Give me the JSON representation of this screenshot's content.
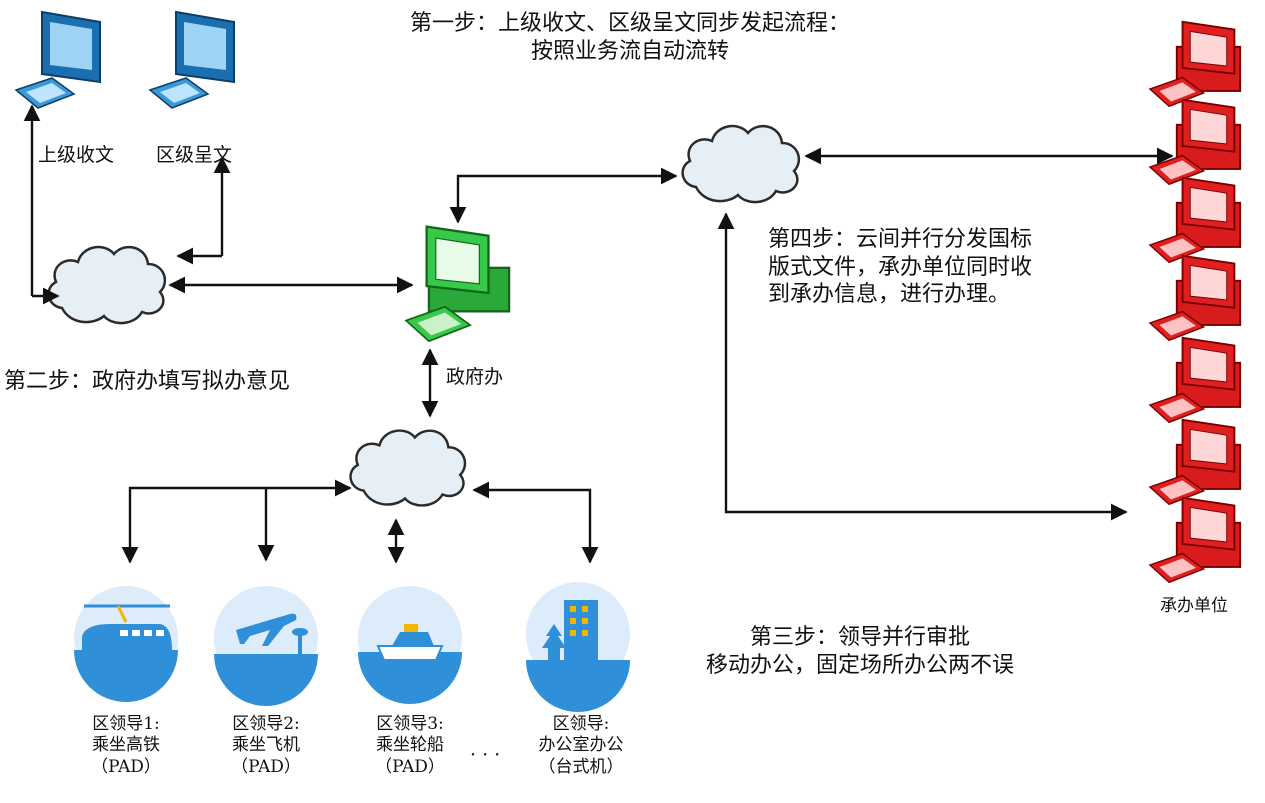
{
  "steps": {
    "step1": {
      "line1": "第一步：上级收文、区级呈文同步发起流程：",
      "line2": "按照业务流自动流转"
    },
    "step2": {
      "line1": "第二步：政府办填写拟办意见"
    },
    "step3": {
      "line1": "第三步：领导并行审批",
      "line2": "移动办公，固定场所办公两不误"
    },
    "step4": {
      "line1": "第四步：云间并行分发国标",
      "line2": "版式文件，承办单位同时收",
      "line3": "到承办信息，进行办理。"
    }
  },
  "nodes": {
    "upper_doc": "上级收文",
    "district_doc": "区级呈文",
    "gov_office": "政府办",
    "handling_units": "承办单位"
  },
  "leaders": [
    {
      "line1": "区领导1:",
      "line2": "乘坐高铁",
      "line3": "（PAD）"
    },
    {
      "line1": "区领导2:",
      "line2": "乘坐飞机",
      "line3": "（PAD）"
    },
    {
      "line1": "区领导3:",
      "line2": "乘坐轮船",
      "line3": "（PAD）"
    },
    {
      "line1": "区领导:",
      "line2": "办公室办公",
      "line3": "（台式机）"
    }
  ],
  "ellipsis": "· · ·",
  "colors": {
    "blue_pc": "#3a9ad9",
    "green_pc": "#39c94a",
    "red_pc": "#e02020",
    "cloud": "#e6eef6",
    "circle": "#2f8fd8",
    "arrow": "#111111"
  }
}
